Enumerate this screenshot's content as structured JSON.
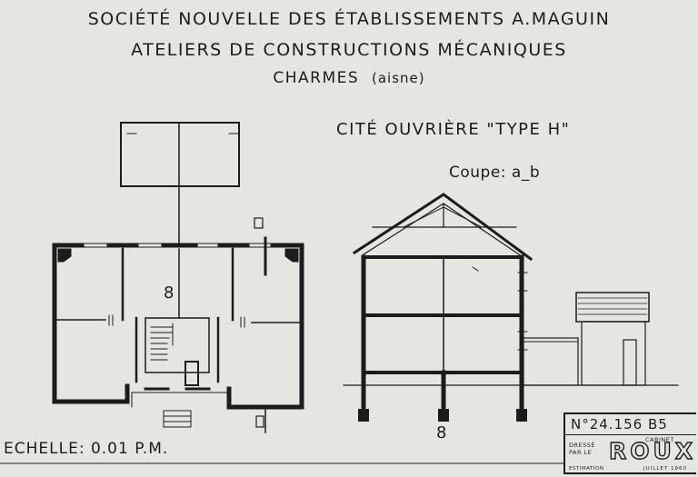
{
  "header": {
    "line1": "SOCIÉTÉ NOUVELLE DES ÉTABLISSEMENTS A.MAGUIN",
    "line2": "ATELIERS DE CONSTRUCTIONS MÉCANIQUES",
    "line3_main": "CHARMES",
    "line3_small": "(aisne)"
  },
  "subtitle": "CITÉ OUVRIÈRE \"TYPE H\"",
  "section_label": "Coupe: a_b",
  "plan_number": "8",
  "section_number": "8",
  "scale": "ECHELLE: 0.01 P.M.",
  "stamp": {
    "reference": "N°24.156 B5",
    "drawn_by_line1": "DRESSÉ",
    "drawn_by_line2": "PAR LE",
    "cabinet": "CABINET",
    "name": "ROUX",
    "estimation": "ESTIMATION",
    "date": "JUILLET 1960"
  },
  "colors": {
    "paper": "#e6e6e1",
    "ink": "#1c1c1c"
  }
}
